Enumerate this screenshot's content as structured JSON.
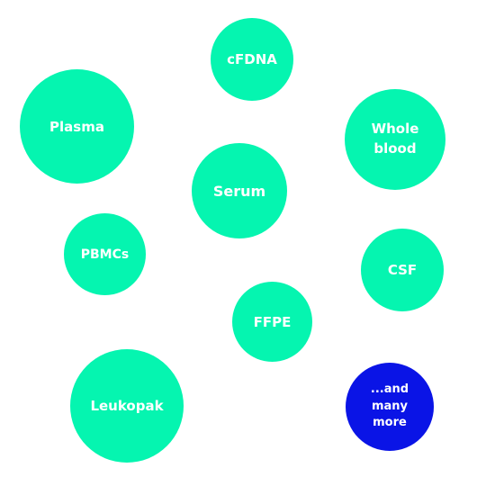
{
  "colors": {
    "primary": "#05F5B0",
    "accent": "#0A14E6",
    "text": "#FFFFFF",
    "background": "#FFFFFF"
  },
  "samples": {
    "cfdna": "cFDNA",
    "plasma": "Plasma",
    "whole_blood": "Whole\nblood",
    "serum": "Serum",
    "pbmcs": "PBMCs",
    "csf": "CSF",
    "ffpe": "FFPE",
    "leukopak": "Leukopak",
    "more": "...and\nmany\nmore"
  }
}
